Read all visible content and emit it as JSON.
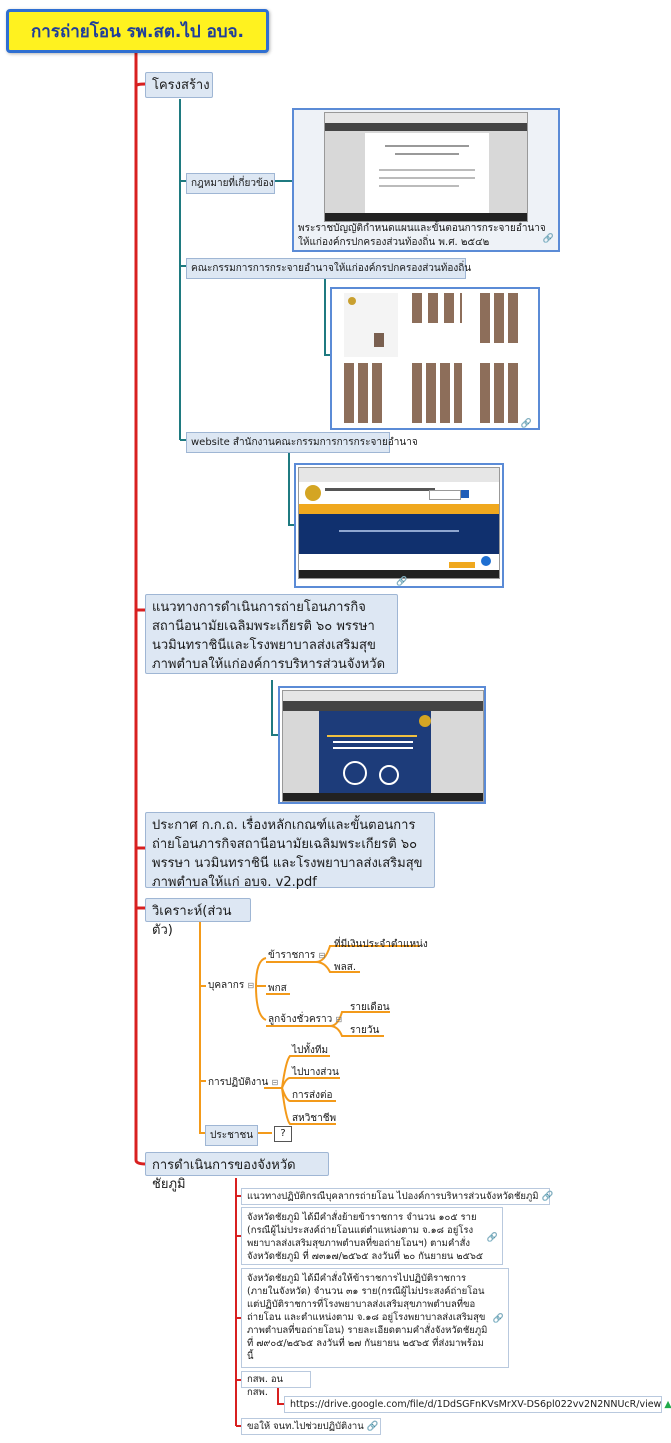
{
  "root": {
    "title": "การถ่ายโอน รพ.สต.ไป อบจ."
  },
  "structure": {
    "label": "โครงสร้าง",
    "laws": {
      "label": "กฎหมายที่เกี่ยวข้อง",
      "caption": "พระราชบัญญัติกำหนดแผนและขั้นตอนการกระจายอำนาจให้แก่องค์กรปกครองส่วนท้องถิ่น พ.ศ. ๒๕๔๒"
    },
    "committee": {
      "label": "คณะกรรมการการกระจายอำนาจให้แก่องค์กรปกครองส่วนท้องถิ่น"
    },
    "website": {
      "label": "website สำนักงานคณะกรรมการการกระจายอำนาจ"
    }
  },
  "guideline": {
    "label": "แนวทางการดำเนินการถ่ายโอนภารกิจสถานีอนามัยเฉลิมพระเกียรติ ๖๐ พรรษา นวมินทราชินีและโรงพยาบาลส่งเสริมสุขภาพตำบลให้แก่องค์การบริหารส่วนจังหวัด"
  },
  "announcement": {
    "label": "ประกาศ ก.ก.ถ. เรื่องหลักเกณฑ์และขั้นตอนการถ่ายโอนภารกิจสถานีอนามัยเฉลิมพระเกียรติ ๖๐ พรรษา นวมินทราชินี และโรงพยาบาลส่งเสริมสุขภาพตำบลให้แก่ อบจ. v2.pdf"
  },
  "analysis": {
    "label": "วิเคราะห์(ส่วนตัว)",
    "personnel": {
      "label": "บุคลากร",
      "civil": {
        "label": "ข้าราชการ",
        "items": [
          "ที่มีเงินประจำตำแหน่ง",
          "พลส."
        ]
      },
      "pks": {
        "label": "พกส"
      },
      "temp": {
        "label": "ลูกจ้างชั่วคราว",
        "items": [
          "รายเดือน",
          "รายวัน"
        ]
      }
    },
    "operation": {
      "label": "การปฏิบัติงาน",
      "items": [
        "ไปทั้งทีม",
        "ไปบางส่วน",
        "การส่งต่อ",
        "สหวิชาชีพ"
      ]
    },
    "people": {
      "label": "ประชาชน",
      "badge": "?"
    }
  },
  "province": {
    "label": "การดำเนินการของจังหวัดชัยภูมิ",
    "items": [
      "แนวทางปฏิบัติกรณีบุคลากรถ่ายโอน ไปองค์การบริหารส่วนจังหวัดชัยภูมิ",
      "จังหวัดชัยภูมิ ได้มีคำสั่งย้ายข้าราชการ จำนวน ๑๐๕ ราย (กรณีผู้ไม่ประสงค์ถ่ายโอนแต่ตำแหน่งตาม จ.๑๘ อยู่โรงพยาบาลส่งเสริมสุขภาพตำบลที่ขอถ่ายโอนฯ) ตามคำสั่งจังหวัดชัยภูมิ ที่ ๗๓๑๗/๒๕๖๕ ลงวันที่ ๒๐ กันยายน ๒๕๖๕",
      "จังหวัดชัยภูมิ ได้มีคำสั่งให้ข้าราชการไปปฏิบัติราชการ (ภายในจังหวัด) จำนวน ๓๑ ราย(กรณีผู้ไม่ประสงค์ถ่ายโอนแต่ปฏิบัติราชการที่โรงพยาบาลส่งเสริมสุขภาพตำบลที่ขอถ่ายโอน และตำแหน่งตาม จ.๑๘ อยู่โรงพยาบาลส่งเสริมสุขภาพตำบลที่ขอถ่ายโอน) รายละเอียดตามคำสั่งจังหวัดชัยภูมิ ที่ ๗๙๐๕/๒๕๖๕ ลงวันที่ ๒๗ กันยายน ๒๕๖๕ ที่ส่งมาพร้อมนี้",
      "กสพ. อน กสพ.",
      "ขอให้ จนท.ไปช่วยปฏิบัติงาน"
    ],
    "drive_link": "https://drive.google.com/file/d/1DdSGFnKVsMrXV-DS6pl022vv2N2NNUcR/view"
  },
  "colors": {
    "red": "#d82020",
    "teal": "#1f7a80",
    "orange": "#f39a1a",
    "blue": "#2f6fd1"
  }
}
